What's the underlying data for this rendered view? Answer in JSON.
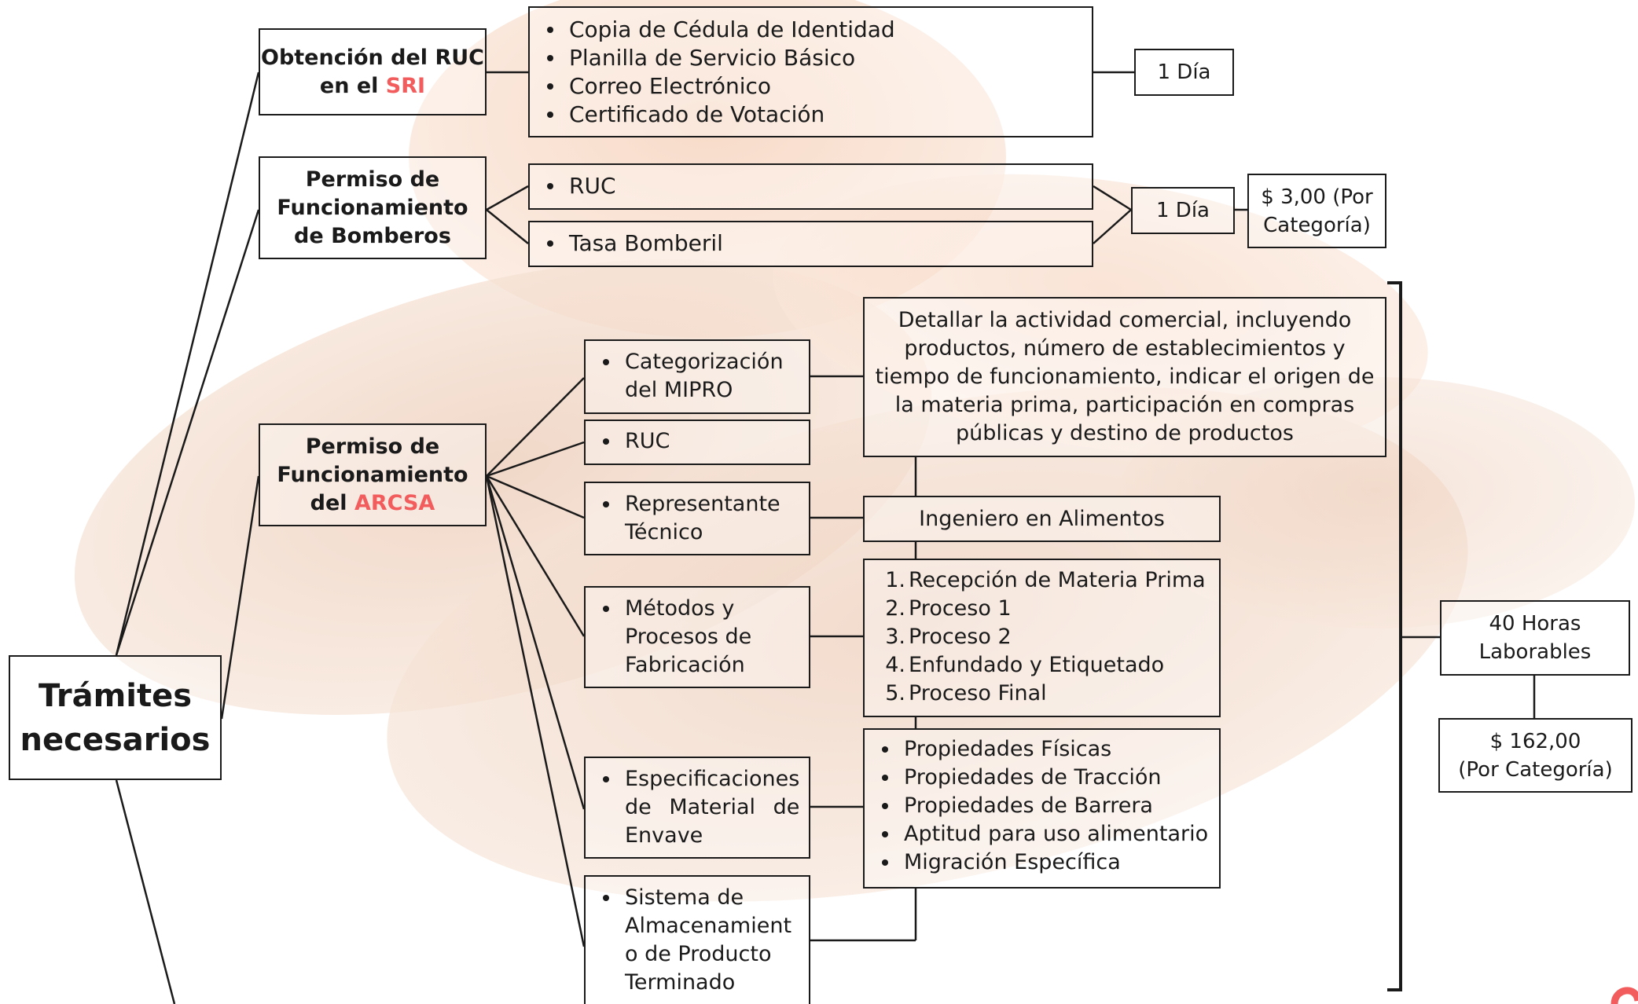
{
  "root": {
    "line1": "Trámites",
    "line2": "necesarios"
  },
  "sri": {
    "title_line1": "Obtención del RUC",
    "title_line2_pre": "en el ",
    "title_line2_hl": "SRI",
    "requirements": [
      "Copia de Cédula de Identidad",
      "Planilla de Servicio Básico",
      "Correo Electrónico",
      "Certificado de Votación"
    ],
    "time": "1 Día"
  },
  "bomberos": {
    "title_line1": "Permiso de",
    "title_line2": "Funcionamiento",
    "title_line3": "de Bomberos",
    "requirement_1": "RUC",
    "requirement_2": "Tasa Bomberil",
    "time": "1 Día",
    "cost_line1": "$ 3,00 (Por",
    "cost_line2": "Categoría)"
  },
  "arcsa": {
    "title_line1": "Permiso de",
    "title_line2": "Funcionamiento",
    "title_line3_pre": "del ",
    "title_line3_hl": "ARCSA",
    "req_mipro": [
      "Categorización",
      "del MIPRO"
    ],
    "req_ruc": "RUC",
    "req_tecnico": [
      "Representante",
      "Técnico"
    ],
    "req_metodos": [
      "Métodos y",
      "Procesos de",
      "Fabricación"
    ],
    "req_envase": [
      "Especificaciones",
      "de Material de",
      "Envave"
    ],
    "req_almacen": [
      "Sistema de",
      "Almacenamient",
      "o de Producto",
      "Terminado"
    ],
    "detail_mipro": [
      "Detallar la actividad comercial, incluyendo",
      "productos, número de establecimientos y",
      "tiempo de funcionamiento, indicar el origen de",
      "la materia prima, participación en compras",
      "públicas y destino de productos"
    ],
    "detail_tecnico": "Ingeniero en Alimentos",
    "detail_procesos": [
      {
        "n": "1.",
        "t": "Recepción de Materia Prima"
      },
      {
        "n": "2.",
        "t": "Proceso 1"
      },
      {
        "n": "3.",
        "t": "Proceso 2"
      },
      {
        "n": "4.",
        "t": "Enfundado y Etiquetado"
      },
      {
        "n": "5.",
        "t": "Proceso Final"
      }
    ],
    "detail_envase": [
      "Propiedades Físicas",
      "Propiedades de Tracción",
      "Propiedades de Barrera",
      "Aptitud para uso alimentario",
      "Migración Específica"
    ],
    "time_line1": "40 Horas",
    "time_line2": "Laborables",
    "cost_line1": "$ 162,00",
    "cost_line2": "(Por Categoría)"
  },
  "colors": {
    "line": "#1a1a1a",
    "highlight": "#f25c5c",
    "background_tint": "#e8a27a"
  }
}
